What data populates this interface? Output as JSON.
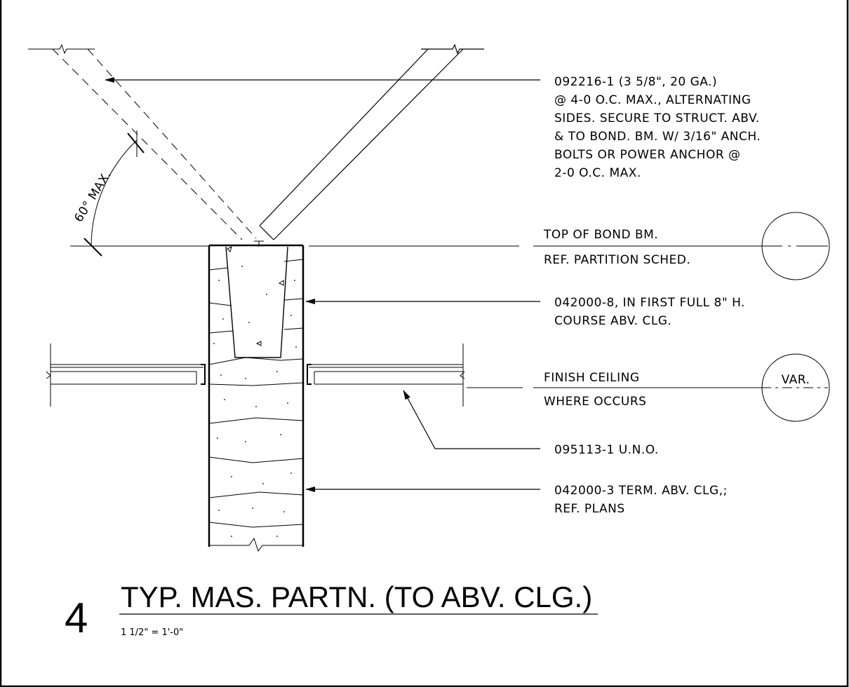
{
  "detail": {
    "number": "4",
    "title": "TYP. MAS. PARTN. (TO ABV. CLG.)",
    "scale": "1 1/2\" = 1'-0\""
  },
  "angle_label": "60° MAX.",
  "notes": {
    "stud": [
      "092216-1 (3 5/8\", 20 GA.)",
      "@ 4-0 O.C. MAX., ALTERNATING",
      "SIDES. SECURE TO STRUCT. ABV.",
      "& TO BOND. BM. W/ 3/16\" ANCH.",
      "BOLTS OR POWER ANCHOR @",
      "2-0 O.C. MAX."
    ],
    "bond_beam": [
      "042000-8, IN FIRST FULL 8\" H.",
      "COURSE ABV. CLG."
    ],
    "ceiling_system": "095113-1 U.N.O.",
    "masonry": [
      "042000-3 TERM. ABV. CLG,;",
      "REF. PLANS"
    ]
  },
  "elevation_marks": {
    "top_of_bond_beam": {
      "line1": "TOP OF BOND BM.",
      "line2": "REF. PARTITION SCHED.",
      "bubble": ""
    },
    "finish_ceiling": {
      "line1": "FINISH CEILING",
      "line2": "WHERE OCCURS",
      "bubble": "VAR."
    }
  }
}
